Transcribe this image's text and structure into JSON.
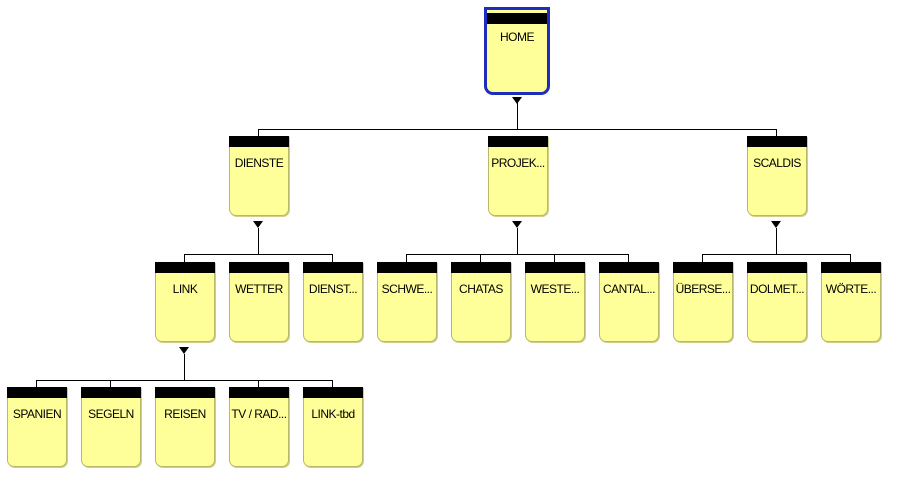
{
  "sitemap": {
    "root": {
      "label": "HOME",
      "selected": true
    },
    "nodes": [
      {
        "id": "dienste",
        "label": "DIENSTE"
      },
      {
        "id": "projekte",
        "label": "PROJEK..."
      },
      {
        "id": "scaldis",
        "label": "SCALDIS"
      },
      {
        "id": "link",
        "label": "LINK"
      },
      {
        "id": "wetter",
        "label": "WETTER"
      },
      {
        "id": "dienst2",
        "label": "DIENST..."
      },
      {
        "id": "schwe",
        "label": "SCHWE..."
      },
      {
        "id": "chatas",
        "label": "CHATAS"
      },
      {
        "id": "weste",
        "label": "WESTE..."
      },
      {
        "id": "cantal",
        "label": "CANTAL..."
      },
      {
        "id": "uberse",
        "label": "ÜBERSE..."
      },
      {
        "id": "dolmet",
        "label": "DOLMET..."
      },
      {
        "id": "worte",
        "label": "WÖRTE..."
      },
      {
        "id": "spanien",
        "label": "SPANIEN"
      },
      {
        "id": "segeln",
        "label": "SEGELN"
      },
      {
        "id": "reisen",
        "label": "REISEN"
      },
      {
        "id": "tvrad",
        "label": "TV / RAD..."
      },
      {
        "id": "linktbd",
        "label": "LINK-tbd"
      }
    ]
  }
}
